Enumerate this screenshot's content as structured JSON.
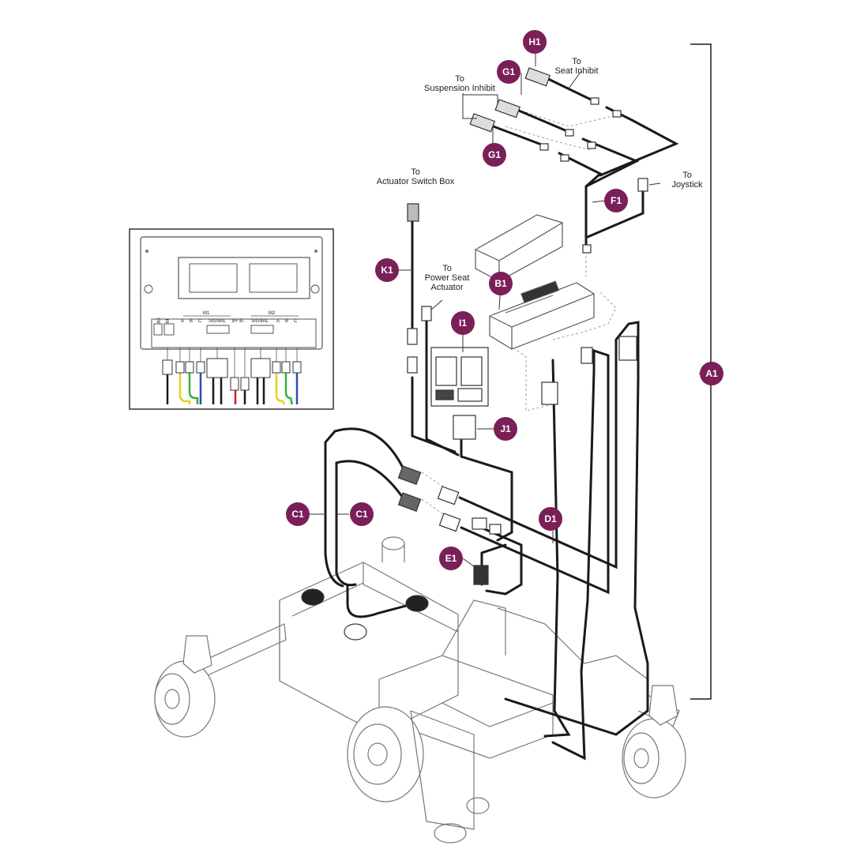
{
  "colors": {
    "callout_bg": "#7a1f58",
    "callout_text": "#ffffff",
    "line": "#1a1a1a",
    "part_line": "#555555",
    "wire_yellow": "#e4d21b",
    "wire_green": "#3cae3c",
    "wire_blue": "#2a4fb0",
    "wire_red": "#d42020"
  },
  "callouts": {
    "h1": "H1",
    "g1_top": "G1",
    "g1_bottom": "G1",
    "f1": "F1",
    "b1": "B1",
    "k1": "K1",
    "i1": "I1",
    "j1": "J1",
    "c1_left": "C1",
    "c1_right": "C1",
    "d1": "D1",
    "e1": "E1",
    "a1": "A1"
  },
  "labels": {
    "seat_inhibit": "To\nSeat Inhibit",
    "suspension_inhibit": "To\nSuspension Inhibit",
    "actuator_switch_box": "To\nActuator Switch Box",
    "joystick": "To\nJoystick",
    "power_seat_actuator": "To\nPower Seat\nActuator"
  },
  "inset": {
    "port_bmg": "BMG",
    "port_jsm": "JSM",
    "m1": "M1",
    "m2": "M2",
    "m1_pins": [
      "A",
      "B",
      "C"
    ],
    "m2_pins": [
      "A",
      "B",
      "C"
    ],
    "signal_m1": "SIGNAL",
    "signal_m2": "SIGNAL",
    "battery": "B+ B-"
  }
}
